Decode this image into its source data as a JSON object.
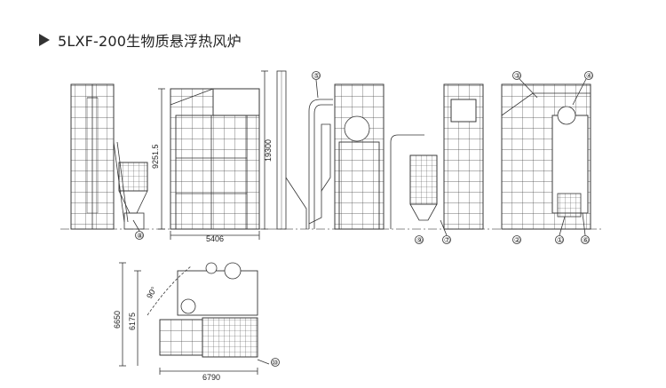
{
  "header": {
    "title": "5LXF-200生物质悬浮热风炉",
    "icon": "triangle-arrow-icon"
  },
  "dimensions": {
    "total_height": "9251.5",
    "width_front": "5406",
    "tower_height": "19300",
    "plan_width": "6790",
    "plan_depth_outer": "6650",
    "plan_depth_inner": "6175",
    "angle": "90°"
  },
  "callouts": [
    "①",
    "②",
    "③",
    "④",
    "⑤",
    "⑥",
    "⑦",
    "⑧",
    "⑨",
    "⑩"
  ]
}
